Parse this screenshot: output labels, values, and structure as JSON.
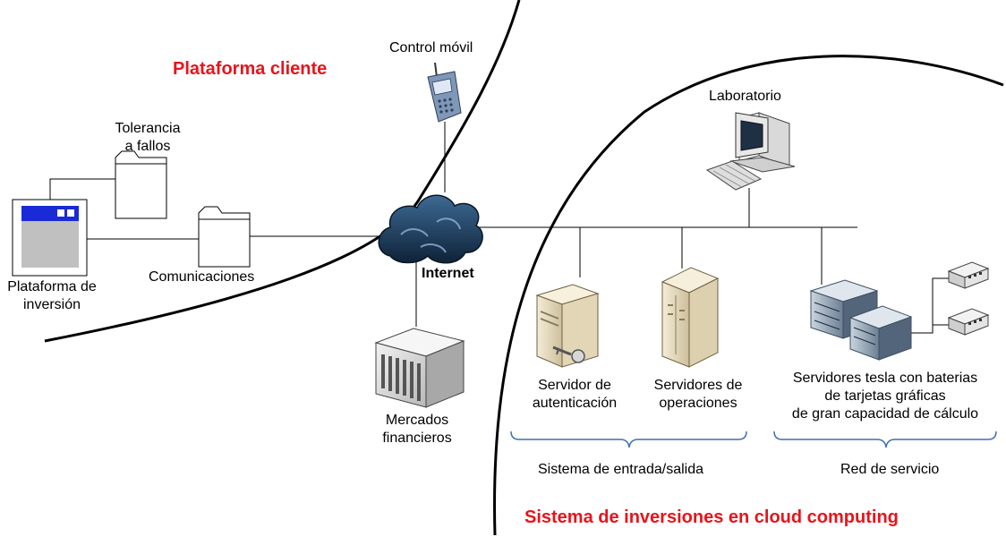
{
  "regions": {
    "client_title": "Plataforma cliente",
    "cloud_title": "Sistema de inversiones en cloud computing"
  },
  "nodes": {
    "mobile": "Control móvil",
    "fault_tolerance": [
      "Tolerancia",
      "a fallos"
    ],
    "investment_platform": [
      "Plataforma de",
      "inversión"
    ],
    "communications": "Comunicaciones",
    "internet": "Internet",
    "markets": [
      "Mercados",
      "financieros"
    ],
    "lab": "Laboratorio",
    "auth_server": [
      "Servidor de",
      "autenticación"
    ],
    "ops_servers": [
      "Servidores de",
      "operaciones"
    ],
    "tesla_servers": [
      "Servidores tesla con baterias",
      "de tarjetas gráficas",
      "de gran capacidad de cálculo"
    ]
  },
  "groups": {
    "io_system": "Sistema de entrada/salida",
    "service_network": "Red de servicio"
  },
  "colors": {
    "title_red": "#e8141b",
    "brace_blue": "#3f6fb4",
    "window_blue": "#1a2ad6",
    "cloud_dark": "#1d3550"
  }
}
